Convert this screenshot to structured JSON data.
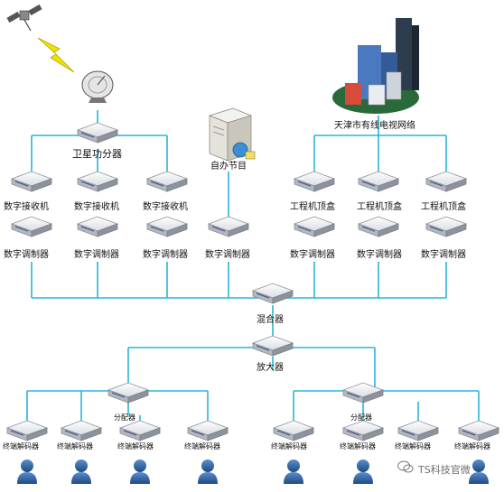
{
  "labels": {
    "satellite_splitter": "卫星功分器",
    "self_program": "自办节目",
    "city_network": "天津市有线电视网络",
    "mixer": "混合器",
    "amplifier": "放大器",
    "receiver": "数字接收机",
    "modulator": "数字调制器",
    "stb": "工程机顶盒",
    "splitter": "分配器",
    "terminal_decoder": "终端解码器"
  },
  "watermark": "TS科技官微",
  "icons": [
    "satellite-icon",
    "lightning-icon",
    "dish-icon",
    "server-icon",
    "building-icon",
    "device-box-icon",
    "user-icon"
  ],
  "colors": {
    "line": "#29b5d6",
    "device_top": "#eceef2",
    "device_side": "#9ba1ab",
    "user": "#2f5f97",
    "building_blue": "#4a79c0",
    "building_red": "#d84b3a",
    "plate": "#2a6a3a"
  }
}
